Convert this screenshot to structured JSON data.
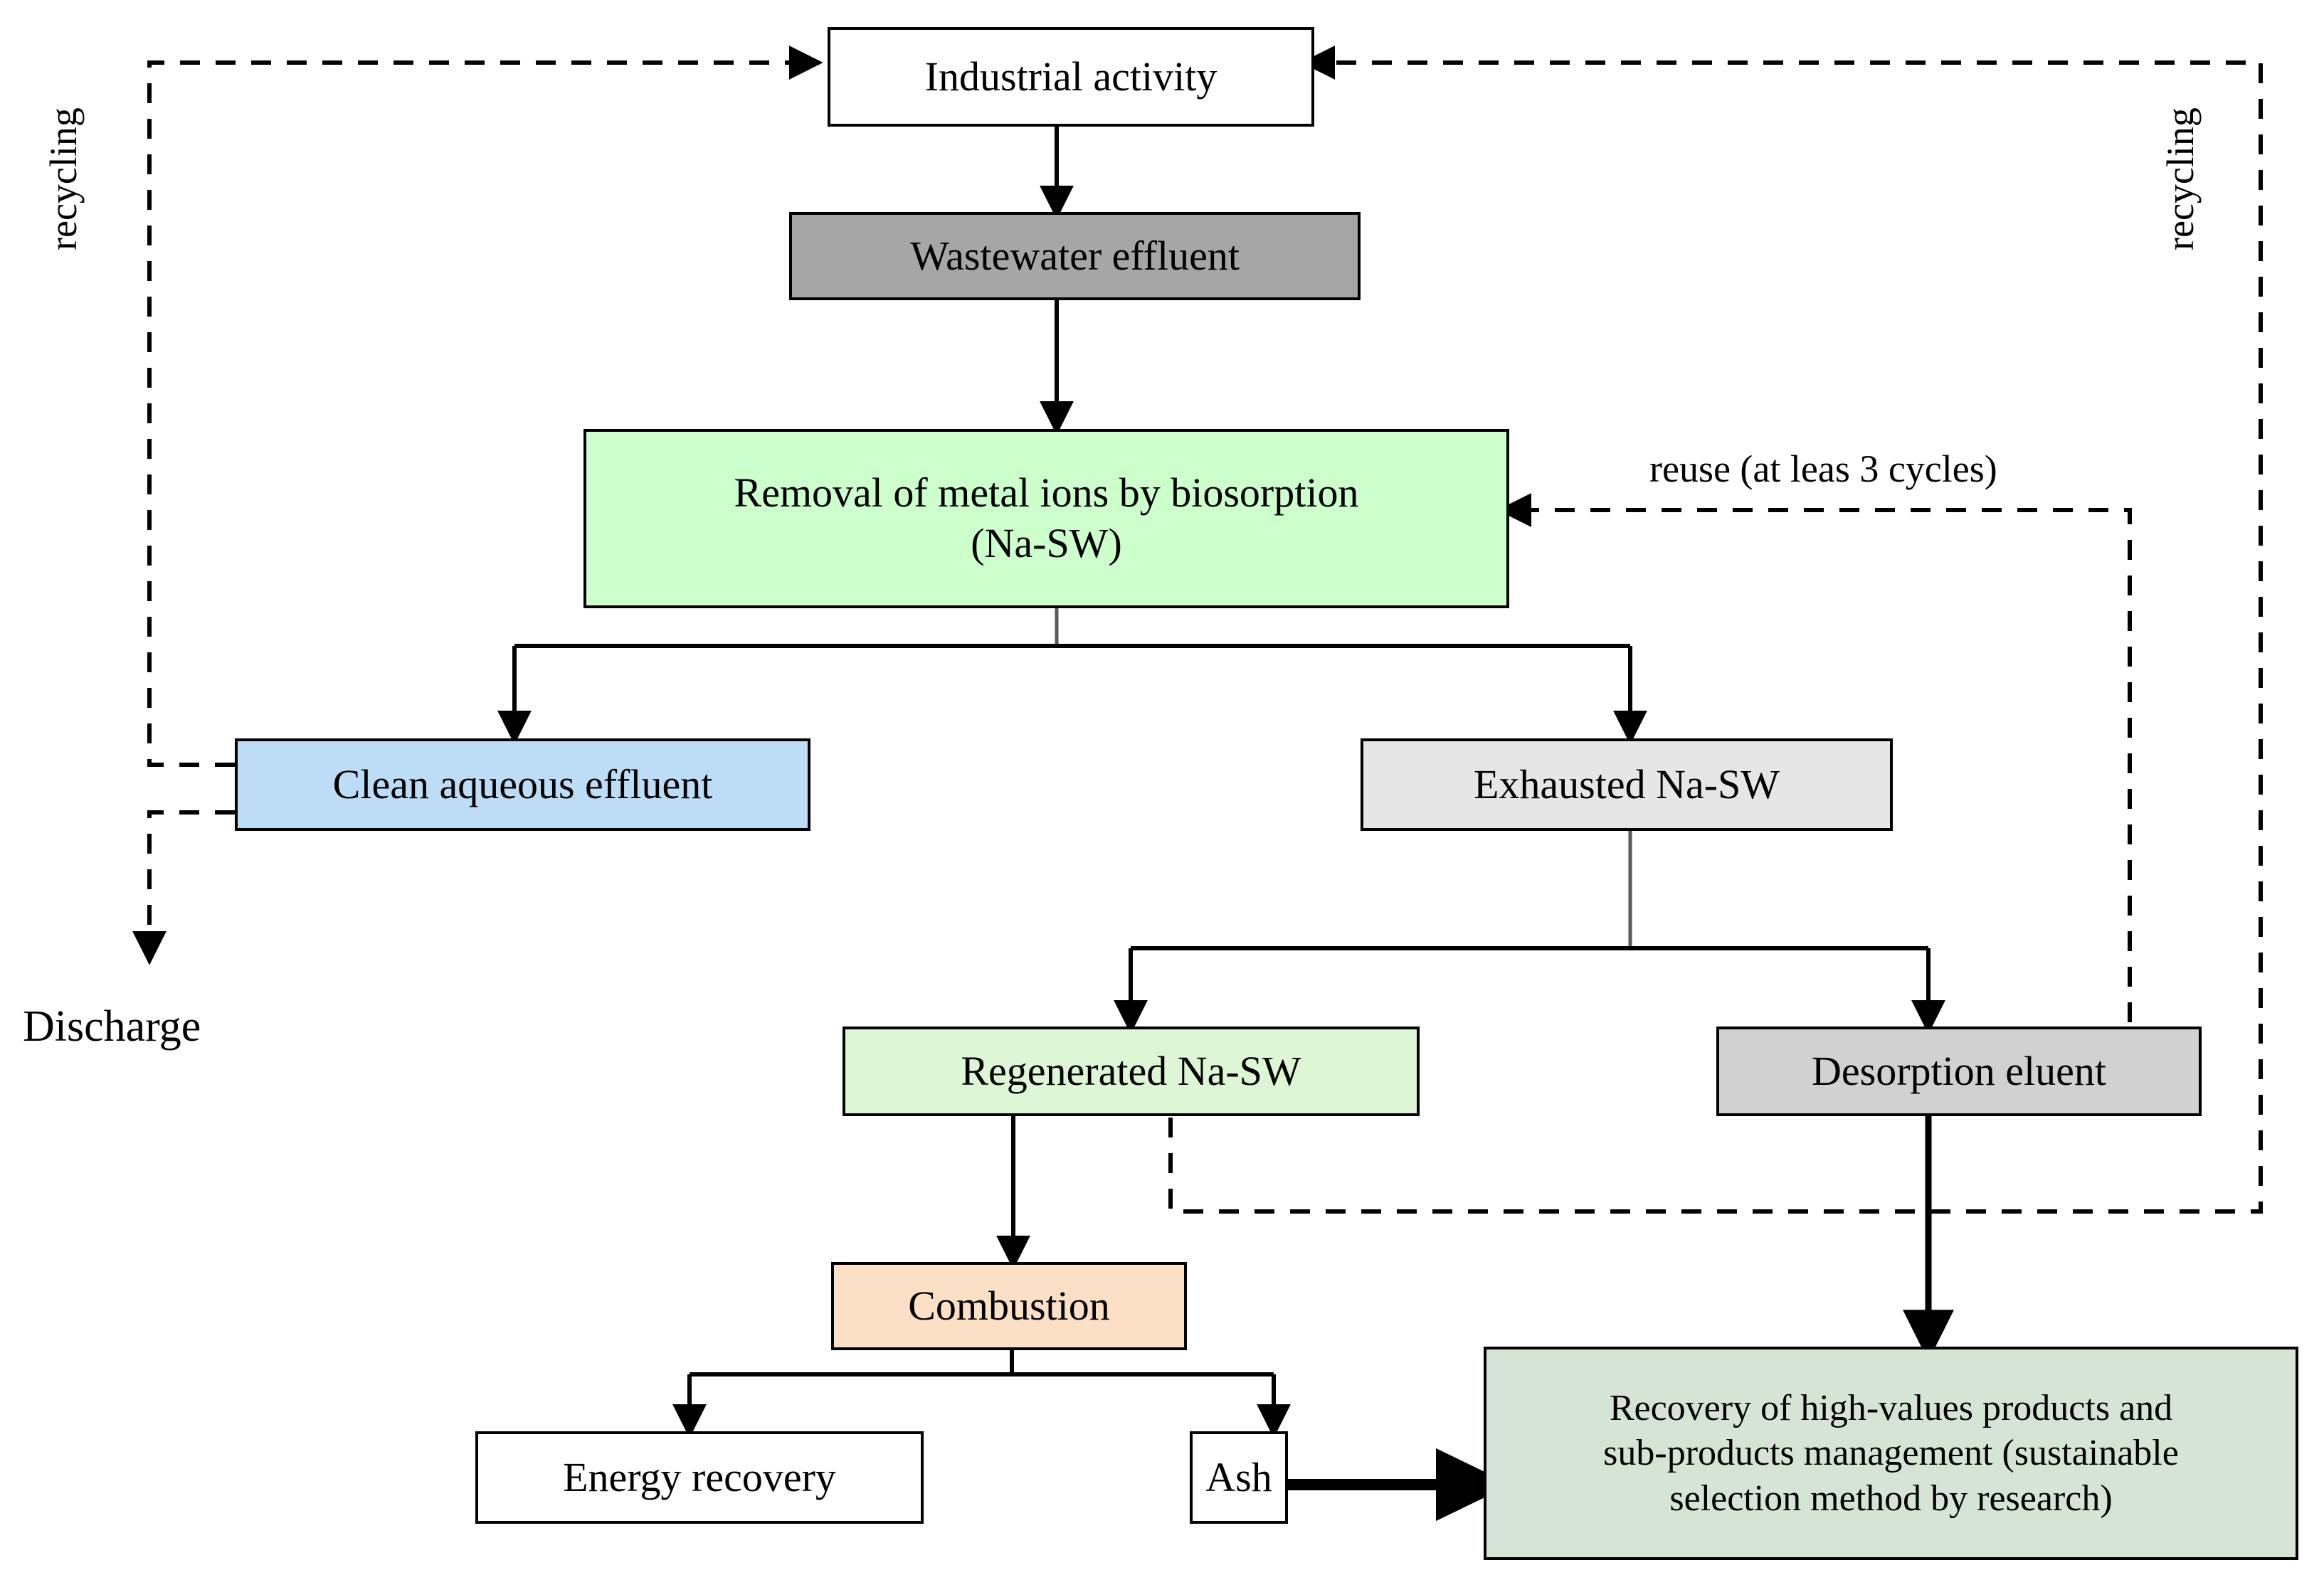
{
  "diagram": {
    "title": "Biosorption wastewater treatment and Na-SW valorization flow diagram",
    "nodes": {
      "industrial_activity": {
        "label": "Industrial activity",
        "fill": "#ffffff"
      },
      "wastewater_effluent": {
        "label": "Wastewater effluent",
        "fill": "#a6a6a6"
      },
      "removal_line1": "Removal of metal ions by biosorption",
      "removal_line2": "(Na-SW)",
      "removal_fill": "#ccffcc",
      "clean_effluent": {
        "label": "Clean aqueous effluent",
        "fill": "#bdddf7"
      },
      "exhausted_nasw": {
        "label": "Exhausted Na-SW",
        "fill": "#e6e6e6"
      },
      "regenerated_nasw": {
        "label": "Regenerated Na-SW",
        "fill": "#ddf7d6"
      },
      "desorption_eluent": {
        "label": "Desorption eluent",
        "fill": "#d1d1d1"
      },
      "combustion": {
        "label": "Combustion",
        "fill": "#fce0c6"
      },
      "energy_recovery": {
        "label": "Energy recovery",
        "fill": "#ffffff"
      },
      "ash": {
        "label": "Ash",
        "fill": "#ffffff"
      },
      "recovery_line1": "Recovery of high-values products and",
      "recovery_line2": "sub-products management (sustainable",
      "recovery_line3": "selection method by research)",
      "recovery_fill": "#d5e4d4"
    },
    "labels": {
      "recycling_left": "recycling",
      "recycling_right": "recycling",
      "reuse": "reuse (at leas 3 cycles)",
      "discharge": "Discharge"
    },
    "colors": {
      "stroke": "#000000",
      "stroke_gray": "#595959",
      "background": "#ffffff"
    }
  }
}
